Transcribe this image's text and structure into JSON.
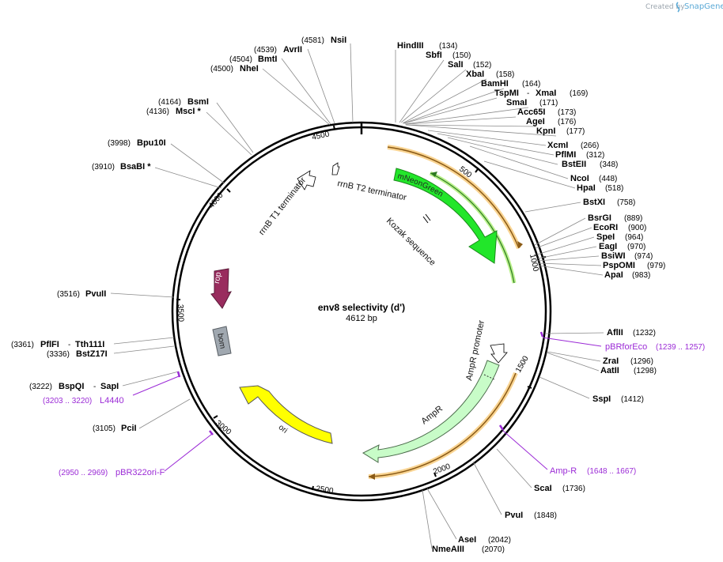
{
  "credit": {
    "created_by": "Created by",
    "brand": "SnapGene"
  },
  "plasmid": {
    "name": "env8 selectivity (d')",
    "length_label": "4612 bp"
  },
  "ticks": [
    "500",
    "1000",
    "1500",
    "2000",
    "2500",
    "3000",
    "3500",
    "4000",
    "4500"
  ],
  "features": {
    "mneongreen": "mNeonGreen",
    "kozak": "Kozak sequence",
    "rrnb_t2": "rrnB T2 terminator",
    "rrnb_t1": "rrnB T1 terminator",
    "rop": "rop",
    "bom": "bom",
    "ori": "ori",
    "ampr": "AmpR",
    "ampr_promoter": "AmpR promoter"
  },
  "enzymes": {
    "hindiii": {
      "name": "HindIII",
      "pos": "(134)"
    },
    "sbfi": {
      "name": "SbfI",
      "pos": "(150)"
    },
    "sali": {
      "name": "SalI",
      "pos": "(152)"
    },
    "xbai": {
      "name": "XbaI",
      "pos": "(158)"
    },
    "bamhi": {
      "name": "BamHI",
      "pos": "(164)"
    },
    "tspmi": {
      "name": "TspMI",
      "sep": "-",
      "name2": "XmaI",
      "pos": "(169)"
    },
    "smai": {
      "name": "SmaI",
      "pos": "(171)"
    },
    "acc65i": {
      "name": "Acc65I",
      "pos": "(173)"
    },
    "agei": {
      "name": "AgeI",
      "pos": "(176)"
    },
    "kpni": {
      "name": "KpnI",
      "pos": "(177)"
    },
    "xcmi": {
      "name": "XcmI",
      "pos": "(266)"
    },
    "pflmi": {
      "name": "PflMI",
      "pos": "(312)"
    },
    "bsteii": {
      "name": "BstEII",
      "pos": "(348)"
    },
    "ncoi": {
      "name": "NcoI",
      "pos": "(448)"
    },
    "hpai": {
      "name": "HpaI",
      "pos": "(518)"
    },
    "bstxi": {
      "name": "BstXI",
      "pos": "(758)"
    },
    "bsrgi": {
      "name": "BsrGI",
      "pos": "(889)"
    },
    "ecori": {
      "name": "EcoRI",
      "pos": "(900)"
    },
    "spei": {
      "name": "SpeI",
      "pos": "(964)"
    },
    "eagi": {
      "name": "EagI",
      "pos": "(970)"
    },
    "bsiwi": {
      "name": "BsiWI",
      "pos": "(974)"
    },
    "pspomi": {
      "name": "PspOMI",
      "pos": "(979)"
    },
    "apai": {
      "name": "ApaI",
      "pos": "(983)"
    },
    "aflii": {
      "name": "AflII",
      "pos": "(1232)"
    },
    "zrai": {
      "name": "ZraI",
      "pos": "(1296)"
    },
    "aatii": {
      "name": "AatII",
      "pos": "(1298)"
    },
    "sspi": {
      "name": "SspI",
      "pos": "(1412)"
    },
    "scai": {
      "name": "ScaI",
      "pos": "(1736)"
    },
    "pvui": {
      "name": "PvuI",
      "pos": "(1848)"
    },
    "asei": {
      "name": "AseI",
      "pos": "(2042)"
    },
    "nmeaiii": {
      "name": "NmeAIII",
      "pos": "(2070)"
    },
    "pcii": {
      "name": "PciI",
      "pos": "(3105)"
    },
    "bspqi": {
      "name": "BspQI",
      "sep": "-",
      "name2": "SapI",
      "pos": "(3222)"
    },
    "bstz17i": {
      "name": "BstZ17I",
      "pos": "(3336)"
    },
    "pflfi": {
      "name": "PflFI",
      "sep": "-",
      "name2": "Tth111I",
      "pos": "(3361)"
    },
    "pvuii": {
      "name": "PvuII",
      "pos": "(3516)"
    },
    "bsabi": {
      "name": "BsaBI *",
      "pos": "(3910)"
    },
    "bpu10i": {
      "name": "Bpu10I",
      "pos": "(3998)"
    },
    "msci": {
      "name": "MscI *",
      "pos": "(4136)"
    },
    "bsmi": {
      "name": "BsmI",
      "pos": "(4164)"
    },
    "nhei": {
      "name": "NheI",
      "pos": "(4500)"
    },
    "bmti": {
      "name": "BmtI",
      "pos": "(4504)"
    },
    "avrii": {
      "name": "AvrII",
      "pos": "(4539)"
    },
    "nsii": {
      "name": "NsiI",
      "pos": "(4581)"
    }
  },
  "primers": {
    "pbrforeco": {
      "name": "pBRforEco",
      "range": "(1239 .. 1257)"
    },
    "ampr_primer": {
      "name": "Amp-R",
      "range": "(1648 .. 1667)"
    },
    "l4440": {
      "name": "L4440",
      "range": "(3203 .. 3220)"
    },
    "pbr322ori": {
      "name": "pBR322ori-F",
      "range": "(2950 .. 2969)"
    }
  },
  "colors": {
    "mneongreen": "#22e62a",
    "ampr": "#c8fcc8",
    "ori": "#ffff00",
    "rop": "#992c5e",
    "bom": "#a0a8b0",
    "primer": "#9b2bd6",
    "orf_halo": "#f5b84a"
  }
}
